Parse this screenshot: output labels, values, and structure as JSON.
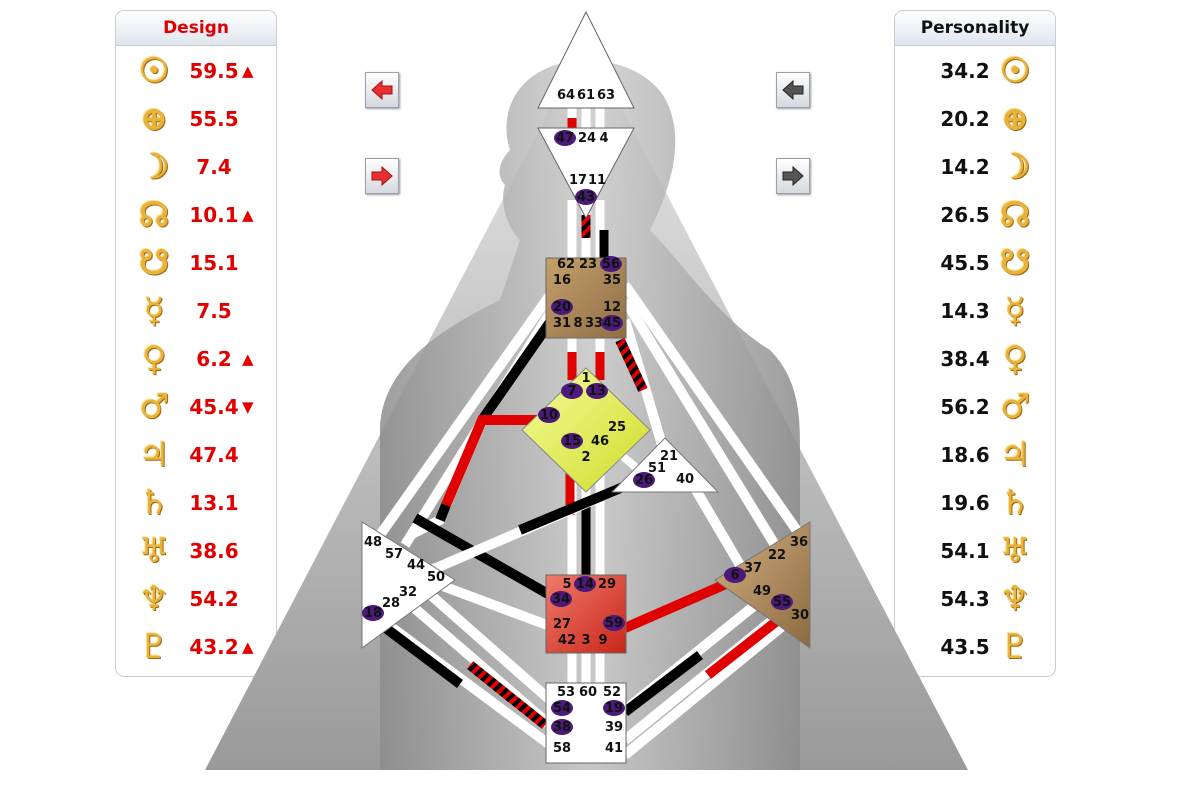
{
  "design": {
    "title": "Design",
    "rows": [
      {
        "planet": "sun-icon",
        "glyph": "☉",
        "value": "59.5",
        "mark": "▲"
      },
      {
        "planet": "earth-icon",
        "glyph": "⊕",
        "value": "55.5",
        "mark": ""
      },
      {
        "planet": "moon-icon",
        "glyph": "☽",
        "value": "7.4",
        "mark": ""
      },
      {
        "planet": "north-node-icon",
        "glyph": "☊",
        "value": "10.1",
        "mark": "▲"
      },
      {
        "planet": "south-node-icon",
        "glyph": "☋",
        "value": "15.1",
        "mark": ""
      },
      {
        "planet": "mercury-icon",
        "glyph": "☿",
        "value": "7.5",
        "mark": ""
      },
      {
        "planet": "venus-icon",
        "glyph": "♀",
        "value": "6.2",
        "mark": "▲"
      },
      {
        "planet": "mars-icon",
        "glyph": "♂",
        "value": "45.4",
        "mark": "▼"
      },
      {
        "planet": "jupiter-icon",
        "glyph": "♃",
        "value": "47.4",
        "mark": ""
      },
      {
        "planet": "saturn-icon",
        "glyph": "♄",
        "value": "13.1",
        "mark": ""
      },
      {
        "planet": "uranus-icon",
        "glyph": "♅",
        "value": "38.6",
        "mark": ""
      },
      {
        "planet": "neptune-icon",
        "glyph": "♆",
        "value": "54.2",
        "mark": ""
      },
      {
        "planet": "pluto-icon",
        "glyph": "♇",
        "value": "43.2",
        "mark": "▲"
      }
    ]
  },
  "personality": {
    "title": "Personality",
    "rows": [
      {
        "planet": "sun-icon",
        "glyph": "☉",
        "value": "34.2"
      },
      {
        "planet": "earth-icon",
        "glyph": "⊕",
        "value": "20.2"
      },
      {
        "planet": "moon-icon",
        "glyph": "☽",
        "value": "14.2"
      },
      {
        "planet": "north-node-icon",
        "glyph": "☊",
        "value": "26.5"
      },
      {
        "planet": "south-node-icon",
        "glyph": "☋",
        "value": "45.5"
      },
      {
        "planet": "mercury-icon",
        "glyph": "☿",
        "value": "14.3"
      },
      {
        "planet": "venus-icon",
        "glyph": "♀",
        "value": "38.4"
      },
      {
        "planet": "mars-icon",
        "glyph": "♂",
        "value": "56.2"
      },
      {
        "planet": "jupiter-icon",
        "glyph": "♃",
        "value": "18.6"
      },
      {
        "planet": "saturn-icon",
        "glyph": "♄",
        "value": "19.6"
      },
      {
        "planet": "uranus-icon",
        "glyph": "♅",
        "value": "54.1"
      },
      {
        "planet": "neptune-icon",
        "glyph": "♆",
        "value": "54.3"
      },
      {
        "planet": "pluto-icon",
        "glyph": "♇",
        "value": "43.5"
      }
    ]
  },
  "colors": {
    "design": "#e00000",
    "personality": "#000000",
    "gate_highlight": "#4b1a7a",
    "center_head": "#ffffff",
    "center_g": "#e8f15a",
    "center_sacral": "#e04a3a",
    "center_ego": "#ffffff",
    "center_spleen": "#ffffff",
    "center_solar": "#b8915a",
    "center_throat": "#a3845a",
    "center_root": "#ffffff"
  },
  "nav": {
    "design_prev": "arrow-left-icon",
    "design_next": "arrow-right-icon",
    "personality_prev": "arrow-left-icon",
    "personality_next": "arrow-right-icon"
  },
  "gates": [
    {
      "n": "64",
      "hl": false
    },
    {
      "n": "61",
      "hl": false
    },
    {
      "n": "63",
      "hl": false
    },
    {
      "n": "47",
      "hl": true
    },
    {
      "n": "24",
      "hl": false
    },
    {
      "n": "4",
      "hl": false
    },
    {
      "n": "17",
      "hl": false
    },
    {
      "n": "11",
      "hl": false
    },
    {
      "n": "43",
      "hl": true
    },
    {
      "n": "62",
      "hl": false
    },
    {
      "n": "23",
      "hl": false
    },
    {
      "n": "56",
      "hl": true
    },
    {
      "n": "16",
      "hl": false
    },
    {
      "n": "35",
      "hl": false
    },
    {
      "n": "20",
      "hl": true
    },
    {
      "n": "12",
      "hl": false
    },
    {
      "n": "31",
      "hl": false
    },
    {
      "n": "8",
      "hl": false
    },
    {
      "n": "33",
      "hl": false
    },
    {
      "n": "45",
      "hl": true
    },
    {
      "n": "1",
      "hl": false
    },
    {
      "n": "7",
      "hl": true
    },
    {
      "n": "13",
      "hl": true
    },
    {
      "n": "10",
      "hl": true
    },
    {
      "n": "25",
      "hl": false
    },
    {
      "n": "15",
      "hl": true
    },
    {
      "n": "46",
      "hl": false
    },
    {
      "n": "2",
      "hl": false
    },
    {
      "n": "21",
      "hl": false
    },
    {
      "n": "51",
      "hl": false
    },
    {
      "n": "26",
      "hl": true
    },
    {
      "n": "40",
      "hl": false
    },
    {
      "n": "48",
      "hl": false
    },
    {
      "n": "57",
      "hl": false
    },
    {
      "n": "44",
      "hl": false
    },
    {
      "n": "50",
      "hl": false
    },
    {
      "n": "32",
      "hl": false
    },
    {
      "n": "28",
      "hl": false
    },
    {
      "n": "18",
      "hl": true
    },
    {
      "n": "36",
      "hl": false
    },
    {
      "n": "22",
      "hl": false
    },
    {
      "n": "37",
      "hl": false
    },
    {
      "n": "6",
      "hl": true
    },
    {
      "n": "49",
      "hl": false
    },
    {
      "n": "55",
      "hl": true
    },
    {
      "n": "30",
      "hl": false
    },
    {
      "n": "5",
      "hl": false
    },
    {
      "n": "14",
      "hl": true
    },
    {
      "n": "29",
      "hl": false
    },
    {
      "n": "34",
      "hl": true
    },
    {
      "n": "27",
      "hl": false
    },
    {
      "n": "59",
      "hl": true
    },
    {
      "n": "42",
      "hl": false
    },
    {
      "n": "3",
      "hl": false
    },
    {
      "n": "9",
      "hl": false
    },
    {
      "n": "53",
      "hl": false
    },
    {
      "n": "60",
      "hl": false
    },
    {
      "n": "52",
      "hl": false
    },
    {
      "n": "54",
      "hl": true
    },
    {
      "n": "19",
      "hl": true
    },
    {
      "n": "38",
      "hl": true
    },
    {
      "n": "39",
      "hl": false
    },
    {
      "n": "58",
      "hl": false
    },
    {
      "n": "41",
      "hl": false
    }
  ]
}
